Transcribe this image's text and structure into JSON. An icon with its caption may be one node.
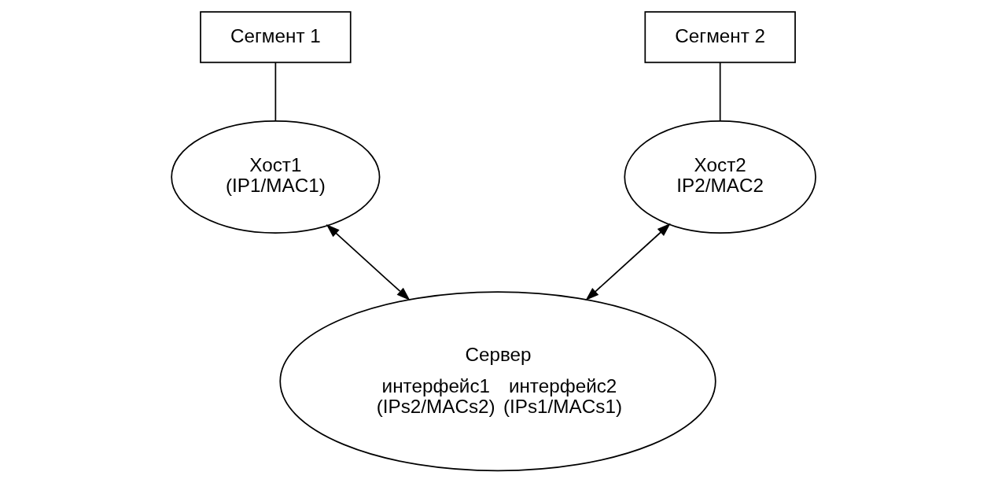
{
  "diagram": {
    "nodes": [
      {
        "text": [
          "Сегмент 1"
        ]
      },
      {
        "text": [
          "Сегмент 2"
        ]
      },
      {
        "text": [
          "Хост1",
          "(IP1/MAC1)"
        ]
      },
      {
        "text": [
          "Хост2",
          "IP2/MAC2"
        ]
      },
      {
        "text": [
          "Сервер",
          "интерфейс1 (IPs2/MACs2)",
          "интерфейс2 (IPs1/MACs1)"
        ]
      }
    ],
    "edges": [
      {
        "from": 0,
        "to": 2,
        "arrow": "none"
      },
      {
        "from": 1,
        "to": 3,
        "arrow": "none"
      },
      {
        "from": 2,
        "to": 4,
        "arrow": "both"
      },
      {
        "from": 3,
        "to": 4,
        "arrow": "both"
      }
    ]
  }
}
